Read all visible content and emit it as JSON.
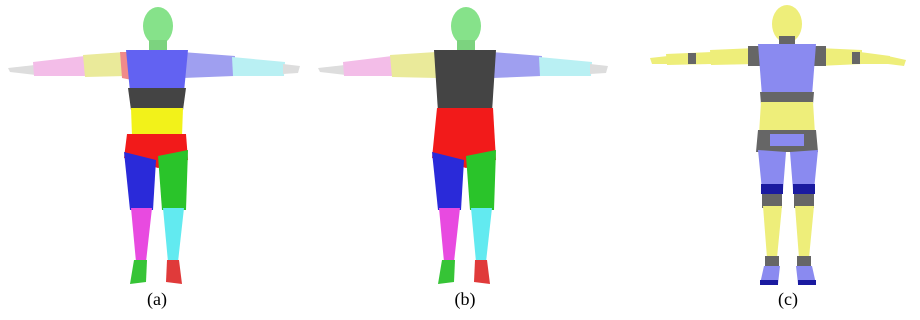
{
  "captions": {
    "a": "(a)",
    "b": "(b)",
    "c": "(c)"
  },
  "figures": {
    "a": {
      "description_icon": "segmented-human-mesh",
      "colors": {
        "head": "#86e28a",
        "neck": "#7cd37f",
        "left_forearm": "#f3bde8",
        "left_upperarm": "#eaea9a",
        "left_shoulder": "#f08a8a",
        "right_upperarm": "#9f9ff0",
        "right_forearm": "#b9f0f3",
        "chest": "#6262f2",
        "chest_band": "#444444",
        "waist": "#f2f21a",
        "pelvis": "#f21a1a",
        "left_thigh": "#2a2ad9",
        "right_thigh": "#2ac42a",
        "left_shin": "#e84ae0",
        "right_shin": "#62eaf0",
        "left_foot": "#36c436",
        "right_foot": "#e03a3a",
        "hands": "#dddddd"
      }
    },
    "b": {
      "description_icon": "segmented-human-mesh",
      "colors": {
        "head": "#86e28a",
        "neck": "#7cd37f",
        "left_forearm": "#f3bde8",
        "left_upperarm": "#eaea9a",
        "right_upperarm": "#9f9ff0",
        "right_forearm": "#b9f0f3",
        "torso": "#444444",
        "pelvis": "#f21a1a",
        "left_thigh": "#2a2ad9",
        "right_thigh": "#2ac42a",
        "left_shin": "#e84ae0",
        "right_shin": "#62eaf0",
        "left_foot": "#36c436",
        "right_foot": "#e03a3a",
        "hands": "#dddddd"
      }
    },
    "c": {
      "description_icon": "segmented-human-mesh",
      "colors": {
        "yellow": "#eeee7a",
        "blue": "#8a8af0",
        "gray": "#666666",
        "darkblue": "#1a1aa0"
      }
    }
  }
}
